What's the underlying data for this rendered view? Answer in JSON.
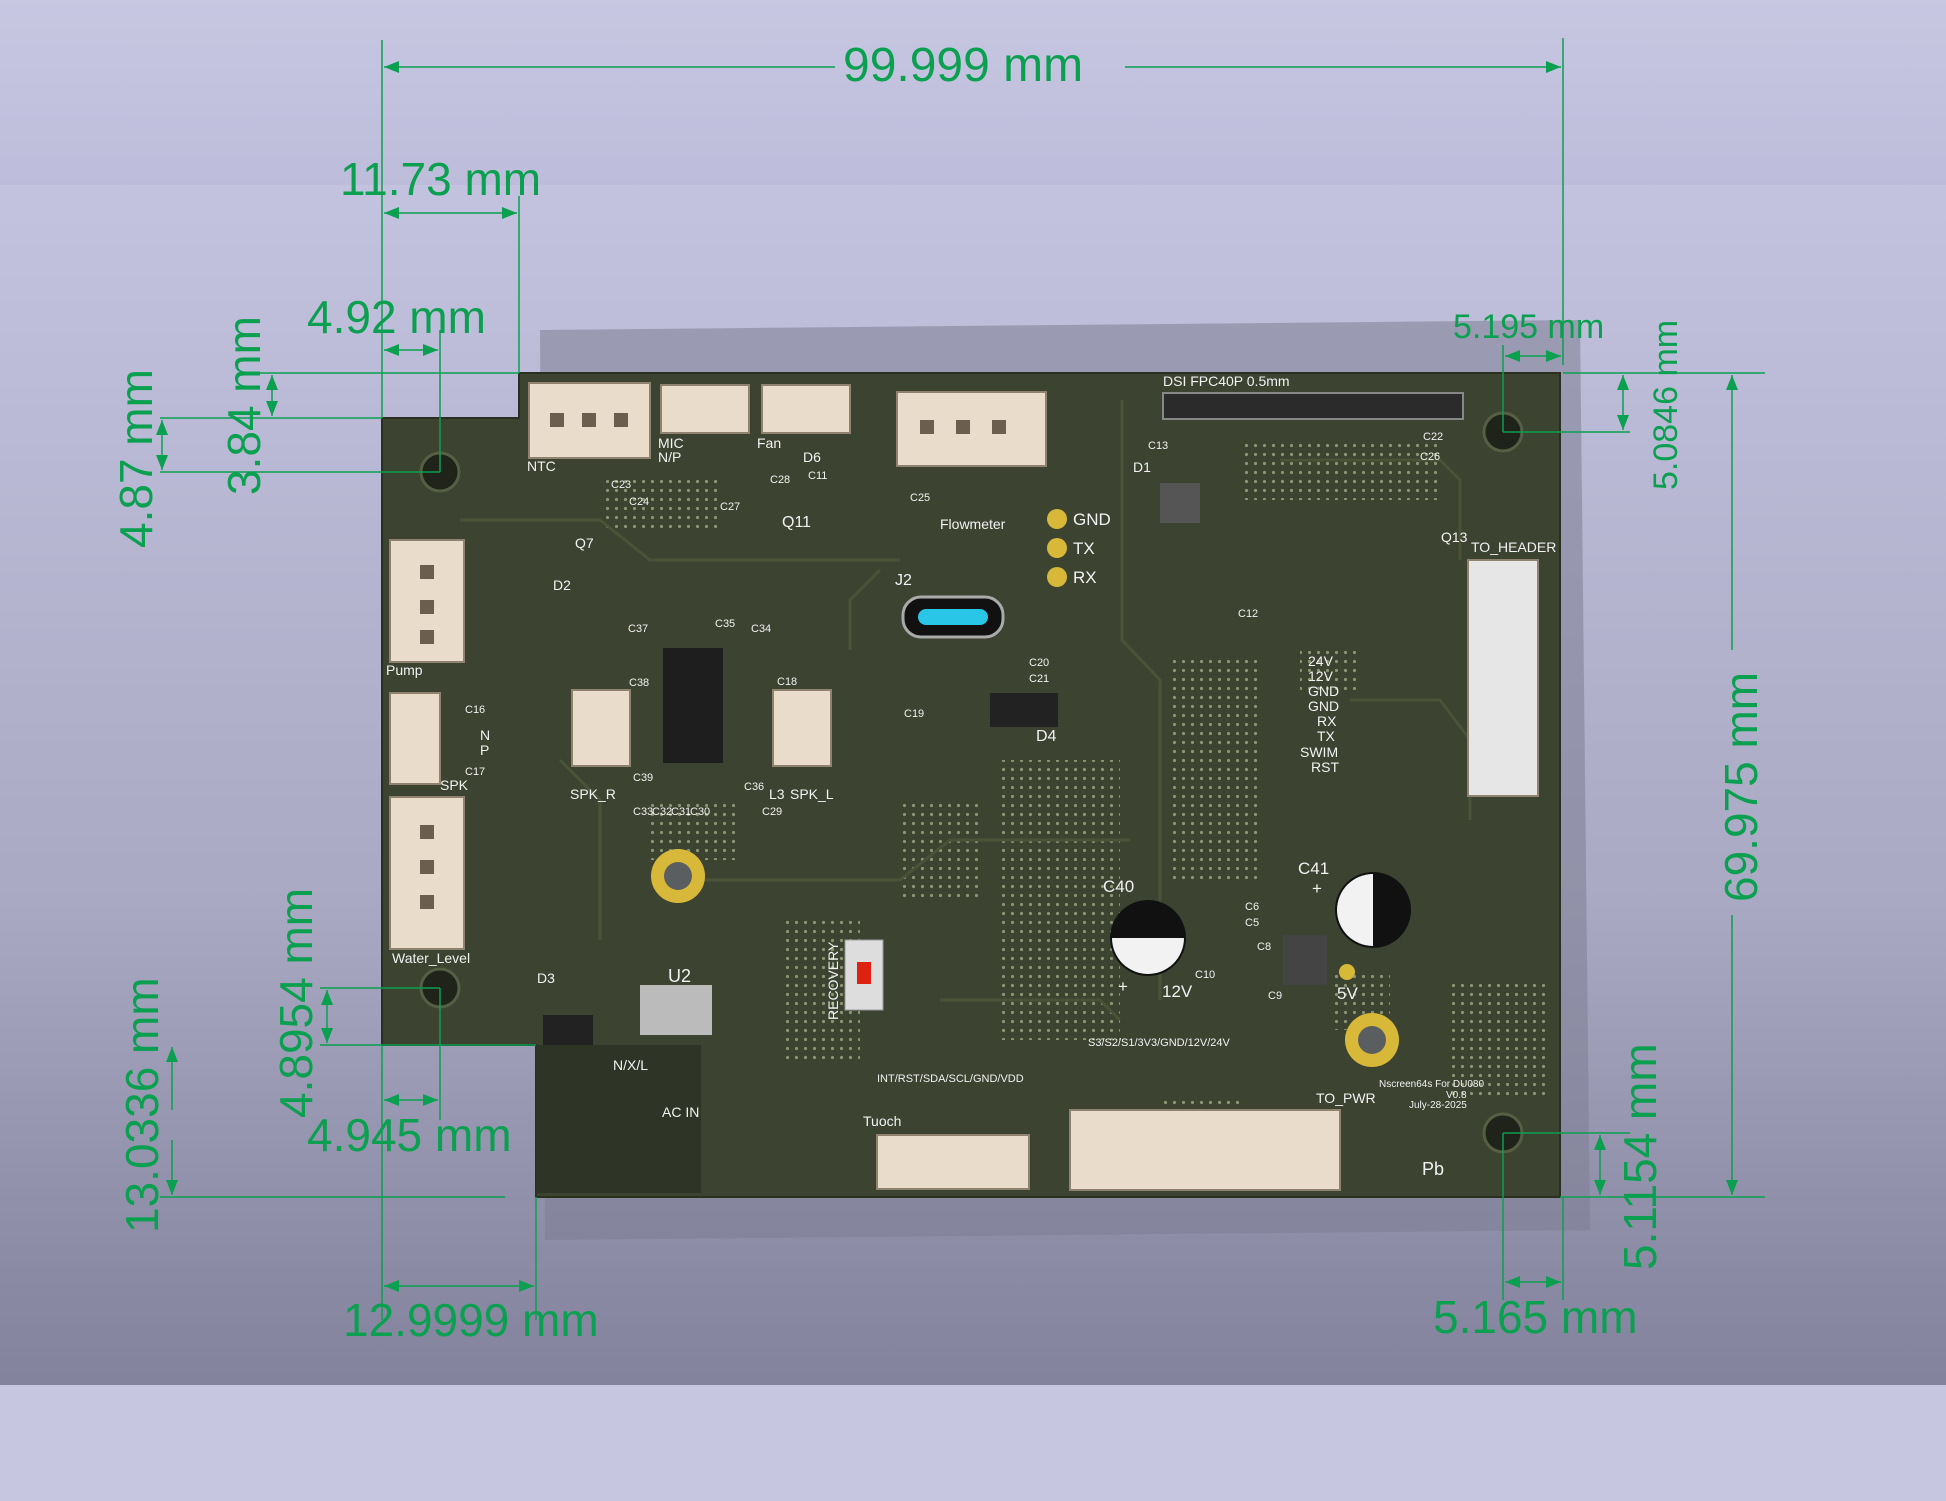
{
  "dimensions": {
    "total_width": "99.999 mm",
    "notch_width": "11.73 mm",
    "top_hole_x": "4.92 mm",
    "top_hole_y": "4.87 mm",
    "notch_depth": "3.84 mm",
    "right_hole_x": "5.195 mm",
    "right_hole_y": "5.0846 mm",
    "total_height": "69.975 mm",
    "left_low_hole_y": "4.8954 mm",
    "bottom_notch_height": "13.0336 mm",
    "left_low_hole_x": "4.945 mm",
    "bottom_notch_width": "12.9999 mm",
    "bottom_right_hole_y": "5.1154 mm",
    "bottom_right_hole_x": "5.165 mm"
  },
  "board_labels": {
    "dsi": "DSI FPC40P 0.5mm",
    "ntc": "NTC",
    "mic": "MIC",
    "mic_np": "N/P",
    "fan": "Fan",
    "q7": "Q7",
    "q11": "Q11",
    "d6": "D6",
    "d1": "D1",
    "d2": "D2",
    "d4": "D4",
    "j2": "J2",
    "flowmeter": "Flowmeter",
    "gnd": "GND",
    "tx": "TX",
    "rx": "RX",
    "pump": "Pump",
    "spk": "SPK",
    "n": "N",
    "p": "P",
    "spk_r": "SPK_R",
    "spk_l": "SPK_L",
    "l3": "L3",
    "water_level": "Water_Level",
    "recovery": "RECOVERY",
    "d3": "D3",
    "u2": "U2",
    "nxl": "N/X/L",
    "ac_in": "AC IN",
    "touch_pins": "INT/RST/SDA/SCL/GND/VDD",
    "tuoch": "Tuoch",
    "pwr_pins": "S3/S2/S1/3V3/GND/12V/24V",
    "to_pwr": "TO_PWR",
    "to_header": "TO_HEADER",
    "q13": "Q13",
    "header_pins": [
      "24V",
      "12V",
      "GND",
      "GND",
      "RX",
      "TX",
      "SWIM",
      "RST"
    ],
    "c40": "C40",
    "c41": "C41",
    "v12": "12V",
    "v5": "5V",
    "plus": "+",
    "credit": "Nscreen64s For DU080",
    "version": "V0.8",
    "date": "July-28-2025",
    "pb": "Pb",
    "c_labels": [
      "C37",
      "C35",
      "C34",
      "C38",
      "C18",
      "C39",
      "C33",
      "C32",
      "C31",
      "C30",
      "C29",
      "C36",
      "C16",
      "C17",
      "C19",
      "C20",
      "C21",
      "C25",
      "C27",
      "C28",
      "C11",
      "C23",
      "C24",
      "C22",
      "C26",
      "C12",
      "C13",
      "C6",
      "C5",
      "C10",
      "C9",
      "C8"
    ]
  },
  "colors": {
    "board": "#3c4330",
    "board_dark": "#2f3526",
    "dim": "#0aa050",
    "silk": "#f2f2f2",
    "pad": "#d8b838",
    "connector": "#eadccb"
  }
}
